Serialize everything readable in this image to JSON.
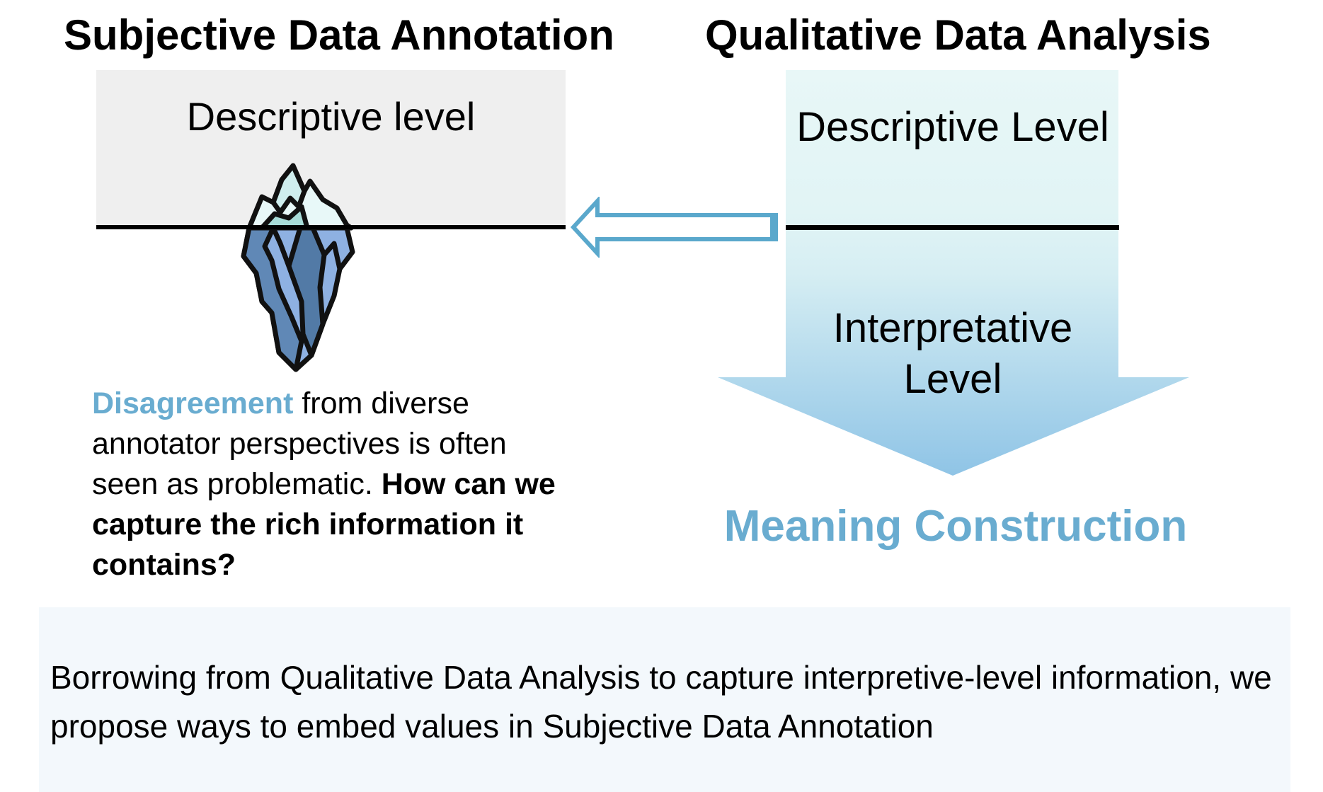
{
  "left_panel": {
    "title": "Subjective Data Annotation",
    "box_label": "Descriptive level",
    "box_color": "#efefef",
    "iceberg_icon": "iceberg-icon",
    "text": {
      "highlight": "Disagreement",
      "normal": " from diverse annotator perspectives is often seen as problematic. ",
      "bold": "How can we capture the rich information it contains?"
    }
  },
  "arrow": {
    "icon": "left-arrow-icon",
    "color": "#5aa8cc"
  },
  "right_panel": {
    "title": "Qualitative Data Analysis",
    "top_level": "Descriptive Level",
    "bottom_level": "Interpretative Level",
    "caption": "Meaning Construction",
    "gradient_top": "#e8f7f7",
    "gradient_bottom": "#8fc4e6",
    "caption_color": "#69acd0"
  },
  "summary": {
    "text": "Borrowing from Qualitative Data Analysis to capture interpretive-level information, we propose ways to embed values in Subjective Data Annotation",
    "background": "#f3f8fc"
  }
}
